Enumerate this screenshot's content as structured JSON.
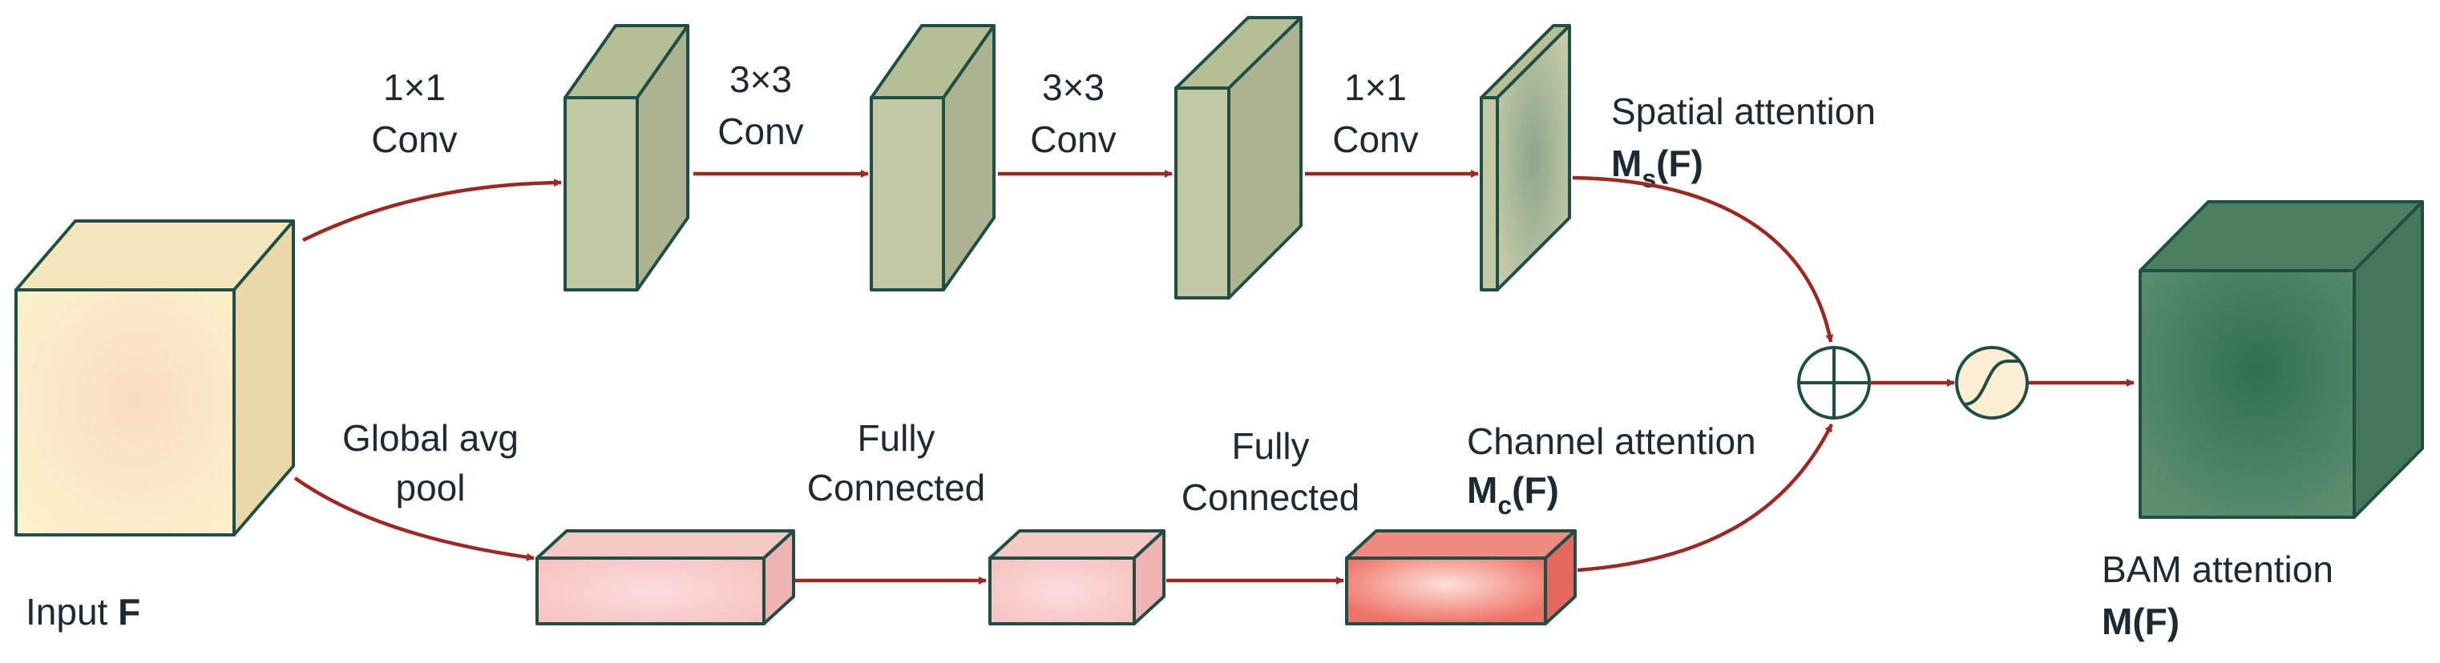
{
  "input": {
    "prefix": "Input ",
    "symbol": "F"
  },
  "spatial_branch": {
    "ops": [
      {
        "line1": "1×1",
        "line2": "Conv"
      },
      {
        "line1": "3×3",
        "line2": "Conv"
      },
      {
        "line1": "3×3",
        "line2": "Conv"
      },
      {
        "line1": "1×1",
        "line2": "Conv"
      }
    ],
    "output_title": "Spatial attention",
    "output_symbol": "M",
    "output_sub": "s",
    "output_arg": "(F)"
  },
  "channel_branch": {
    "ops": [
      {
        "line1": "Global avg",
        "line2": "pool"
      },
      {
        "line1": "Fully",
        "line2": "Connected"
      },
      {
        "line1": "Fully",
        "line2": "Connected"
      }
    ],
    "output_title": "Channel attention",
    "output_symbol": "M",
    "output_sub": "c",
    "output_arg": "(F)"
  },
  "output": {
    "title": "BAM attention",
    "symbol": "M(F)"
  },
  "colors": {
    "input_fill": "#fbefc6",
    "conv_fill": "#c2c8a3",
    "fc_fill": "#f8c5c3",
    "channel_out_fill": "#f07d72",
    "output_fill": "#3f7d5e",
    "edge": "#a02622",
    "frame": "#1f4f44"
  },
  "icons": [
    "plus-circle-icon",
    "sigmoid-icon"
  ]
}
